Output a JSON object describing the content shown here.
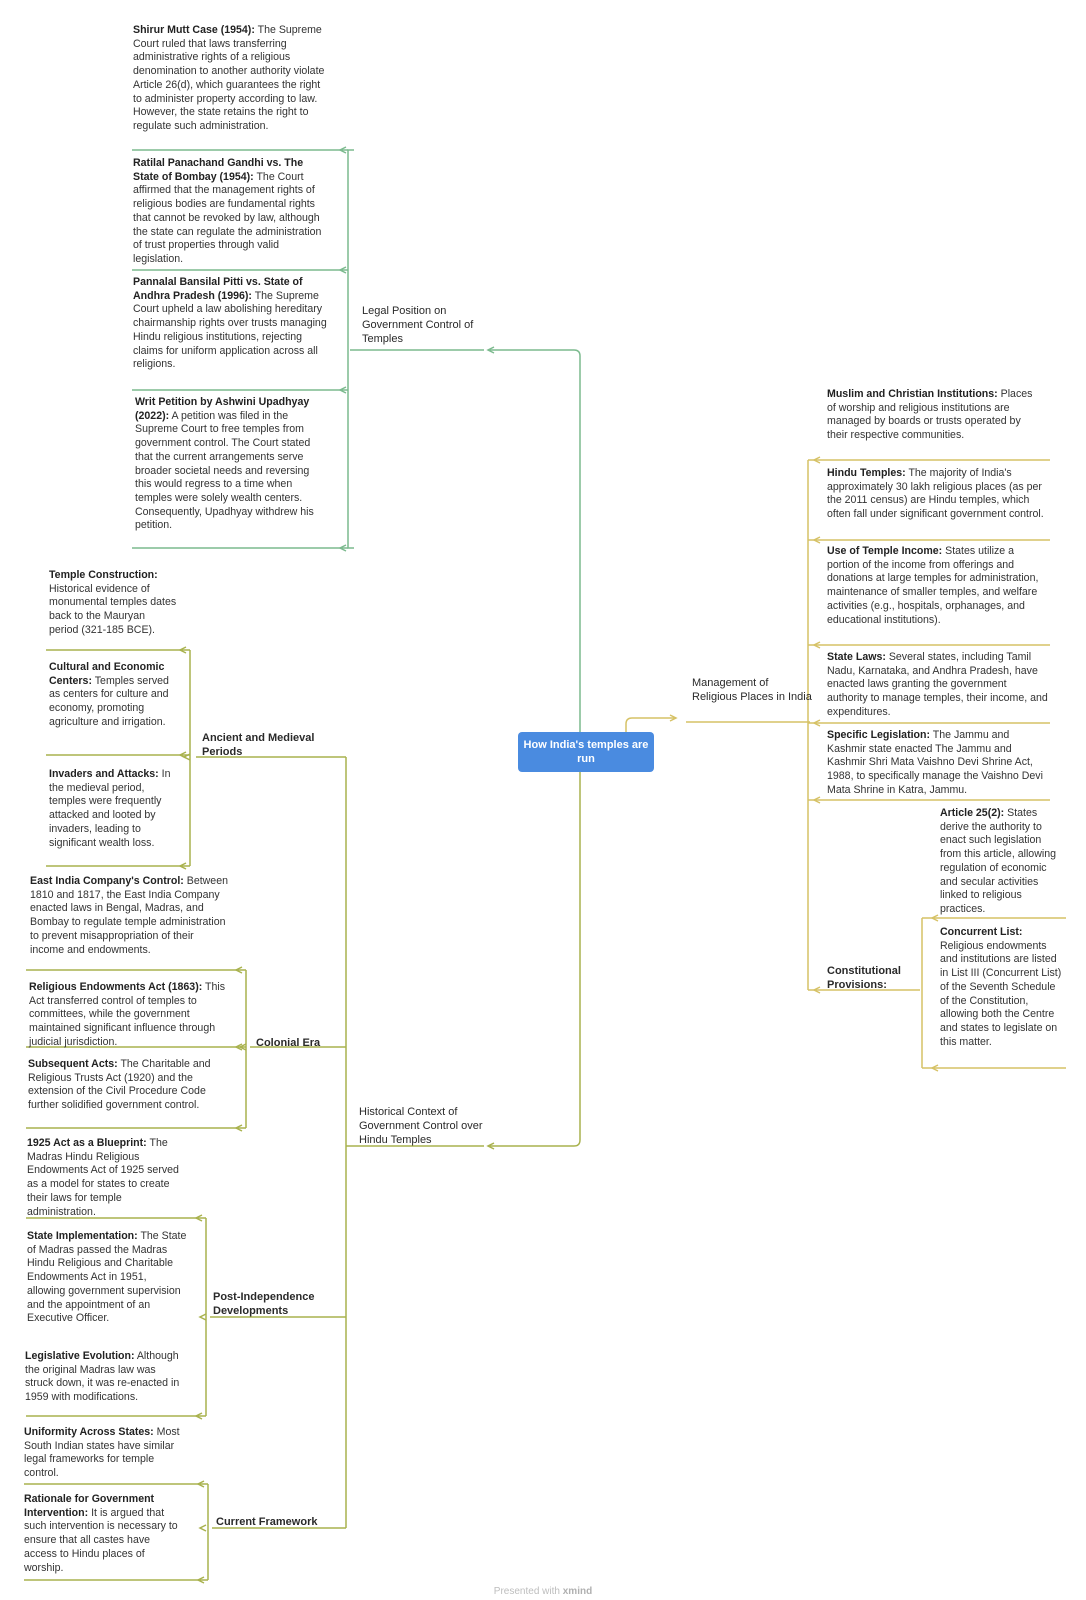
{
  "central": "How India's temples are run",
  "colors": {
    "green_branch": "#7cba8e",
    "olive_branch": "#a9b24e",
    "gold_branch": "#d6c266",
    "central_bg": "#4a8be0"
  },
  "branches": {
    "legal": {
      "title": "Legal Position on Government Control of Temples",
      "items": [
        {
          "head": "Shirur Mutt Case (1954):",
          "text": "The Supreme Court ruled that laws transferring administrative rights of a religious denomination to another authority violate Article 26(d), which guarantees the right to administer property according to law. However, the state retains the right to regulate such administration."
        },
        {
          "head": "Ratilal Panachand Gandhi vs. The State of Bombay (1954):",
          "text": "The Court affirmed that the management rights of religious bodies are fundamental rights that cannot be revoked by law, although the state can regulate the administration of trust properties through valid legislation."
        },
        {
          "head": "Pannalal Bansilal Pitti vs. State of Andhra Pradesh (1996):",
          "text": "The Supreme Court upheld a law abolishing hereditary chairmanship rights over trusts managing Hindu religious institutions, rejecting claims for uniform application across all religions."
        },
        {
          "head": "Writ Petition by Ashwini Upadhyay (2022):",
          "text": "A petition was filed in the Supreme Court to free temples from government control. The Court stated that the current arrangements serve broader societal needs and reversing this would regress to a time when temples were solely wealth centers. Consequently, Upadhyay withdrew his petition."
        }
      ]
    },
    "historical": {
      "title": "Historical Context of Government Control over Hindu Temples",
      "ancient": {
        "title": "Ancient and Medieval Periods",
        "items": [
          {
            "head": "Temple Construction:",
            "text": "Historical evidence of monumental temples dates back to the Mauryan period (321-185 BCE)."
          },
          {
            "head": "Cultural and Economic Centers:",
            "text": "Temples served as centers for culture and economy, promoting agriculture and irrigation."
          },
          {
            "head": "Invaders and Attacks:",
            "text": "In the medieval period, temples were frequently attacked and looted by invaders, leading to significant wealth loss."
          }
        ]
      },
      "colonial": {
        "title": "Colonial Era",
        "items": [
          {
            "head": "East India Company's Control:",
            "text": "Between 1810 and 1817, the East India Company enacted laws in Bengal, Madras, and Bombay to regulate temple administration to prevent misappropriation of their income and endowments."
          },
          {
            "head": "Religious Endowments Act (1863):",
            "text": "This Act transferred control of temples to committees, while the government maintained significant influence through judicial jurisdiction."
          },
          {
            "head": "Subsequent Acts:",
            "text": "The Charitable and Religious Trusts Act (1920) and the extension of the Civil Procedure Code further solidified government control."
          }
        ]
      },
      "post": {
        "title": "Post-Independence Developments",
        "items": [
          {
            "head": "1925 Act as a Blueprint:",
            "text": "The Madras Hindu Religious Endowments Act of 1925 served as a model for states to create their laws for temple administration."
          },
          {
            "head": "State Implementation:",
            "text": "The State of Madras passed the Madras Hindu Religious and Charitable Endowments Act in 1951, allowing government supervision and the appointment of an Executive Officer."
          },
          {
            "head": "Legislative Evolution:",
            "text": "Although the original Madras law was struck down, it was re-enacted in 1959 with modifications."
          }
        ]
      },
      "current": {
        "title": "Current Framework",
        "items": [
          {
            "head": "Uniformity Across States:",
            "text": "Most South Indian states have similar legal frameworks for temple control."
          },
          {
            "head": "Rationale for Government Intervention:",
            "text": "It is argued that such intervention is necessary to ensure that all castes have access to Hindu places of worship."
          }
        ]
      }
    },
    "management": {
      "title": "Management of Religious Places in India",
      "items": [
        {
          "head": "Muslim and Christian Institutions:",
          "text": "Places of worship and religious institutions are managed by boards or trusts operated by their respective communities."
        },
        {
          "head": "Hindu Temples:",
          "text": "The majority of India's approximately 30 lakh religious places (as per the 2011 census) are Hindu temples, which often fall under significant government control."
        },
        {
          "head": "Use of Temple Income:",
          "text": "States utilize a portion of the income from offerings and donations at large temples for administration, maintenance of smaller temples, and welfare activities (e.g., hospitals, orphanages, and educational institutions)."
        },
        {
          "head": "State Laws:",
          "text": "Several states, including Tamil Nadu, Karnataka, and Andhra Pradesh, have enacted laws granting the government authority to manage temples, their income, and expenditures."
        },
        {
          "head": "Specific Legislation:",
          "text": "The Jammu and Kashmir state enacted The Jammu and Kashmir Shri Mata Vaishno Devi Shrine Act, 1988, to specifically manage the Vaishno Devi Mata Shrine in Katra, Jammu."
        }
      ],
      "constitutional": {
        "title": "Constitutional Provisions:",
        "items": [
          {
            "head": "Article 25(2):",
            "text": "States derive the authority to enact such legislation from this article, allowing regulation of economic and secular activities linked to religious practices."
          },
          {
            "head": "Concurrent List:",
            "text": "Religious endowments and institutions are listed in List III (Concurrent List) of the Seventh Schedule of the Constitution, allowing both the Centre and states to legislate on this matter."
          }
        ]
      }
    }
  },
  "watermark": {
    "prefix": "Presented with",
    "brand": "xmind"
  }
}
